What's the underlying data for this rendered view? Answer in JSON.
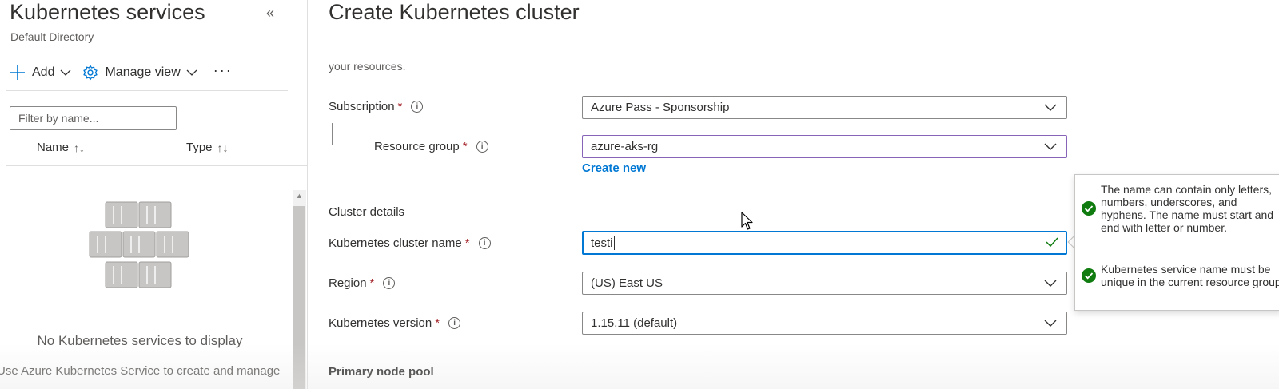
{
  "left": {
    "title": "Kubernetes services",
    "subtitle": "Default Directory",
    "collapse_icon": "double-chevron-left-icon",
    "toolbar": {
      "add_label": "Add",
      "manage_view_label": "Manage view",
      "more_label": "···"
    },
    "filter_placeholder": "Filter by name...",
    "columns": [
      {
        "label": "Name",
        "sort": "↑↓"
      },
      {
        "label": "Type",
        "sort": "↑↓"
      }
    ],
    "empty_title": "No Kubernetes services to display",
    "empty_description": "Use Azure Kubernetes Service to create and manage"
  },
  "right": {
    "title": "Create Kubernetes cluster",
    "intro_tail": "your resources.",
    "fields": {
      "subscription": {
        "label": "Subscription",
        "required": "*",
        "value": "Azure Pass - Sponsorship"
      },
      "resource_group": {
        "label": "Resource group",
        "required": "*",
        "value": "azure-aks-rg",
        "create_new": "Create new"
      },
      "cluster_details_heading": "Cluster details",
      "cluster_name": {
        "label": "Kubernetes cluster name",
        "required": "*",
        "value": "testi"
      },
      "region": {
        "label": "Region",
        "required": "*",
        "value": "(US) East US"
      },
      "k8s_version": {
        "label": "Kubernetes version",
        "required": "*",
        "value": "1.15.11 (default)"
      },
      "primary_node_pool_heading": "Primary node pool"
    },
    "validation": [
      "The name can contain only letters, numbers, underscores, and hyphens. The name must start and end with letter or number.",
      "Kubernetes service name must be unique in the current resource group."
    ]
  },
  "colors": {
    "accent": "#0078d4",
    "success": "#107c10",
    "required": "#a4262c",
    "focus_purple": "#8764b8"
  }
}
